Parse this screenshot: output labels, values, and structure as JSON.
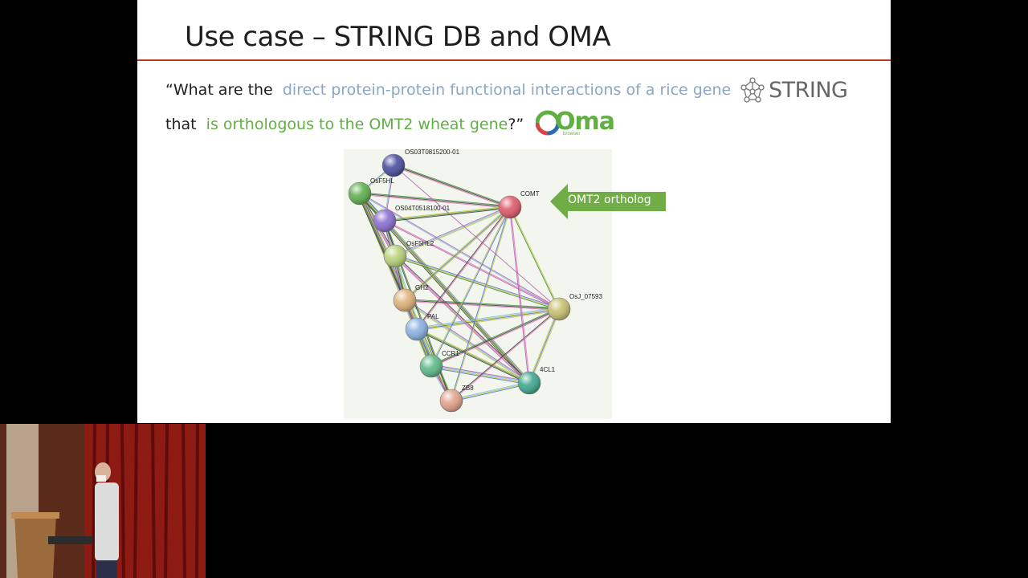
{
  "slide": {
    "title": "Use case – STRING DB and OMA",
    "question": {
      "line1_prefix": "“What are the ",
      "line1_highlight": "direct protein-protein functional interactions of a rice gene",
      "line2_prefix": "that ",
      "line2_highlight": "is orthologous to the OMT2 wheat gene",
      "line2_suffix": "?”"
    },
    "logos": {
      "string": "STRING",
      "oma": "Oma",
      "oma_sub": "browser"
    },
    "callout": "OMT2 ortholog",
    "network": {
      "nodes": [
        {
          "label": "OS03T0815200-01",
          "color": "#4b4fa0"
        },
        {
          "label": "OsF5HL",
          "color": "#5fb04e"
        },
        {
          "label": "OS04T0518100-01",
          "color": "#8a6fd0"
        },
        {
          "label": "OsF5HL2",
          "color": "#b8d37a"
        },
        {
          "label": "GH2",
          "color": "#e0b27a"
        },
        {
          "label": "PAL",
          "color": "#8ab2e0"
        },
        {
          "label": "CCR1",
          "color": "#5fba8a"
        },
        {
          "label": "ZB8",
          "color": "#e0a38a"
        },
        {
          "label": "COMT",
          "color": "#e05a6a"
        },
        {
          "label": "OsJ_07593",
          "color": "#c8c070"
        },
        {
          "label": "4CL1",
          "color": "#40a890"
        }
      ]
    }
  },
  "colors": {
    "accent_rule": "#c0392b",
    "question_blue": "#8aa6c4",
    "question_green": "#5fb041",
    "callout_green": "#70ad47"
  }
}
